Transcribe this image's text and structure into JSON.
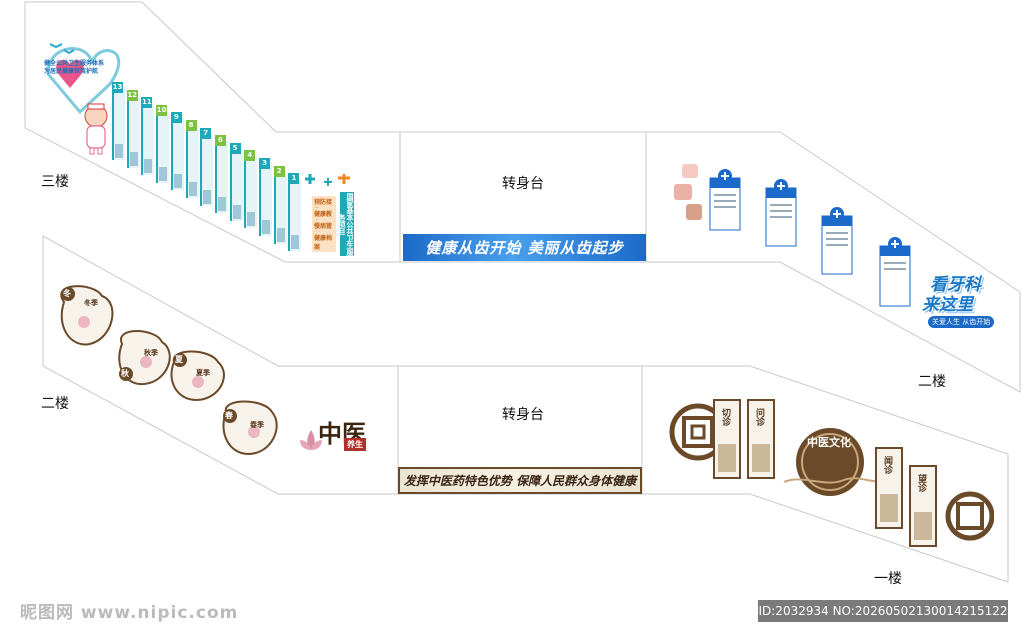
{
  "floors": {
    "third": "三楼",
    "second_left": "二楼",
    "second_right": "二楼",
    "first": "一楼"
  },
  "landings": {
    "upper": "转身台",
    "lower": "转身台"
  },
  "banners": {
    "dental_slogan": "健康从齿开始  美丽从齿起步",
    "tcm_slogan": "发挥中医药特色优势  保障人民群众身体健康"
  },
  "third_floor_wall": {
    "heart_caption_line1": "健全公共卫生服务体系",
    "heart_caption_line2": "为居民健康保驾护航",
    "panel_numbers": [
      "13",
      "12",
      "11",
      "10",
      "9",
      "8",
      "7",
      "6",
      "5",
      "4",
      "3",
      "2",
      "1"
    ],
    "tag_items": [
      "预防接种",
      "健康教育",
      "慢病管理",
      "健康档案"
    ],
    "service_title": "国家基本公共卫生服务项目"
  },
  "second_floor_dental": {
    "title_line1": "看牙科",
    "title_line2": "来这里",
    "subtitle": "关爱人生 从齿开始"
  },
  "second_floor_tcm": {
    "seasons": [
      "冬",
      "秋",
      "夏",
      "春"
    ],
    "season_names": [
      "冬季",
      "秋季",
      "夏季",
      "春季"
    ],
    "logo_main": "中医",
    "logo_sub": "养生"
  },
  "first_floor_tcm": {
    "badge": "中医文化",
    "diagnosis": [
      "切诊",
      "问诊",
      "闻诊",
      "望诊"
    ]
  },
  "watermarks": {
    "site": "昵图网 www.nipic.com",
    "id_line": "ID:2032934 NO:20260502130014215122"
  },
  "colors": {
    "dental_blue": "#1b6ac9",
    "teal": "#1fa9b8",
    "green": "#7cc242",
    "tcm_brown": "#6b4a2a"
  }
}
